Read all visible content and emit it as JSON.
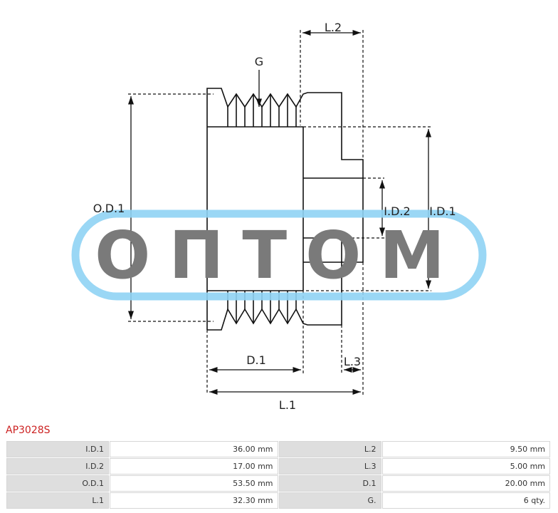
{
  "drawing": {
    "labels": {
      "l2": "L.2",
      "g": "G",
      "od1": "O.D.1",
      "id2": "I.D.2",
      "id1": "I.D.1",
      "d1": "D.1",
      "l3": "L.3",
      "l1": "L.1"
    },
    "watermark": "ОПТОМ",
    "colors": {
      "watermark_ring": "#8fd3f4",
      "watermark_text": "#7a7a7a",
      "title": "#cc2222",
      "label_cell": "#dedede"
    }
  },
  "part": {
    "title": "AP3028S"
  },
  "specs": [
    {
      "label": "I.D.1",
      "value": "36.00 mm",
      "label2": "L.2",
      "value2": "9.50 mm"
    },
    {
      "label": "I.D.2",
      "value": "17.00 mm",
      "label2": "L.3",
      "value2": "5.00 mm"
    },
    {
      "label": "O.D.1",
      "value": "53.50 mm",
      "label2": "D.1",
      "value2": "20.00 mm"
    },
    {
      "label": "L.1",
      "value": "32.30 mm",
      "label2": "G.",
      "value2": "6 qty."
    }
  ]
}
